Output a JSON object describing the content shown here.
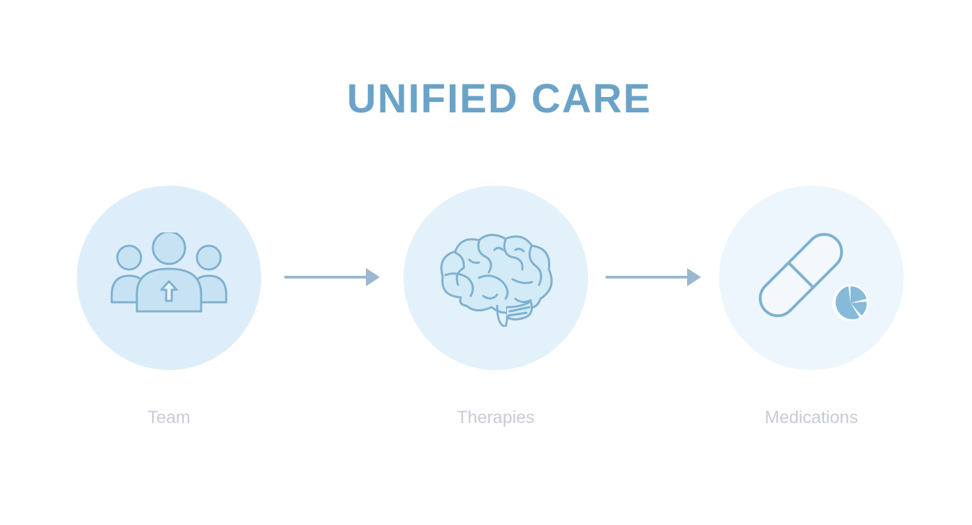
{
  "title": "UNIFIED CARE",
  "steps": [
    {
      "label": "Team",
      "icon": "team-icon"
    },
    {
      "label": "Therapies",
      "icon": "brain-icon"
    },
    {
      "label": "Medications",
      "icon": "pill-icon"
    }
  ],
  "colors": {
    "title": "#6aa3c8",
    "icon_stroke": "#7eb1cf",
    "icon_fill": "#c7e3f3",
    "arrow": "#9bb8d0",
    "label": "#c6cbd6",
    "circle_1": "#ddeefa",
    "circle_2": "#e3f1fa",
    "circle_3": "#edf6fc"
  }
}
